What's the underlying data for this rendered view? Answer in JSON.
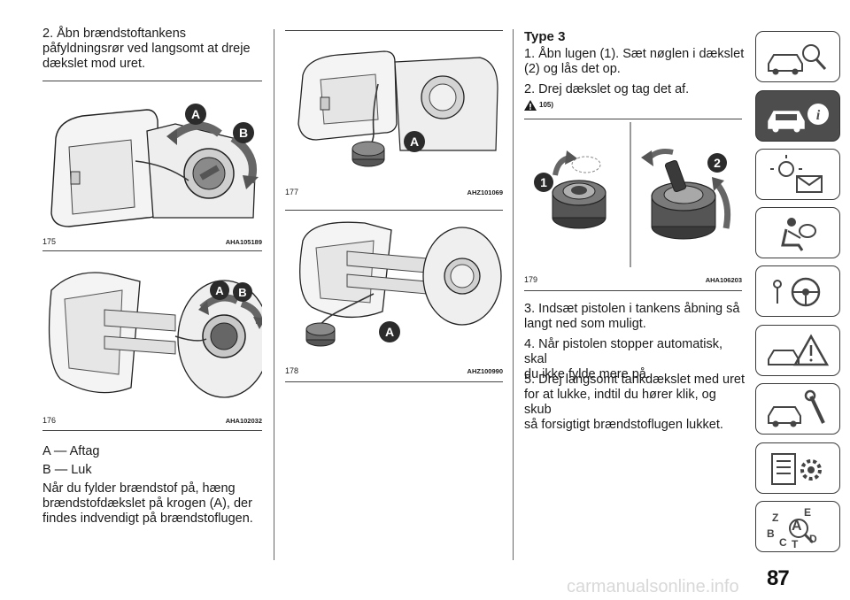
{
  "col1": {
    "intro": "2. Åbn brændstoftankens\npåfyldningsrør ved langsomt at dreje\ndækslet mod uret.",
    "fig175": {
      "num": "175",
      "code": "AHA105189",
      "labels": [
        "A",
        "B"
      ]
    },
    "fig176": {
      "num": "176",
      "code": "AHA102032",
      "labels": [
        "A",
        "B"
      ]
    },
    "legend_a": "A — Aftag",
    "legend_b": "B — Luk",
    "body": "Når du fylder brændstof på, hæng\nbrændstofdækslet på krogen (A), der\nfindes indvendigt på brændstoflugen."
  },
  "col2": {
    "fig177": {
      "num": "177",
      "code": "AHZ101069",
      "label": "A"
    },
    "fig178": {
      "num": "178",
      "code": "AHZ100990",
      "label": "A"
    }
  },
  "col3": {
    "heading": "Type 3",
    "step1": "1. Åbn lugen (1). Sæt nøglen i dækslet\n(2) og lås det op.",
    "step2": "2. Drej dækslet og tag det af.",
    "warning_ref": "105)",
    "fig179": {
      "num": "179",
      "code": "AHA106203",
      "labels": [
        "1",
        "2"
      ]
    },
    "step3": "3. Indsæt pistolen i tankens åbning så\nlangt ned som muligt.",
    "step4": "4. Når pistolen stopper automatisk, skal\ndu ikke fylde mere på.",
    "step5": "5. Drej langsomt tankdækslet med uret\nfor at lukke, indtil du hører klik, og skub\nså forsigtigt brændstoflugen lukket."
  },
  "sidebar": {
    "tabs": [
      {
        "icon": "car-search-icon",
        "active": false
      },
      {
        "icon": "car-info-icon",
        "active": true
      },
      {
        "icon": "warning-light-message-icon",
        "active": false
      },
      {
        "icon": "airbag-seat-icon",
        "active": false
      },
      {
        "icon": "steering-wheel-key-icon",
        "active": false
      },
      {
        "icon": "warning-triangle-car-icon",
        "active": false
      },
      {
        "icon": "car-wrench-icon",
        "active": false
      },
      {
        "icon": "specs-gear-icon",
        "active": false
      },
      {
        "icon": "alphabet-index-icon",
        "active": false
      }
    ],
    "index_letters": [
      "Z",
      "E",
      "A",
      "B",
      "C",
      "T",
      "D"
    ]
  },
  "page": {
    "number": "87"
  },
  "watermark": "carmanualsonline.info"
}
